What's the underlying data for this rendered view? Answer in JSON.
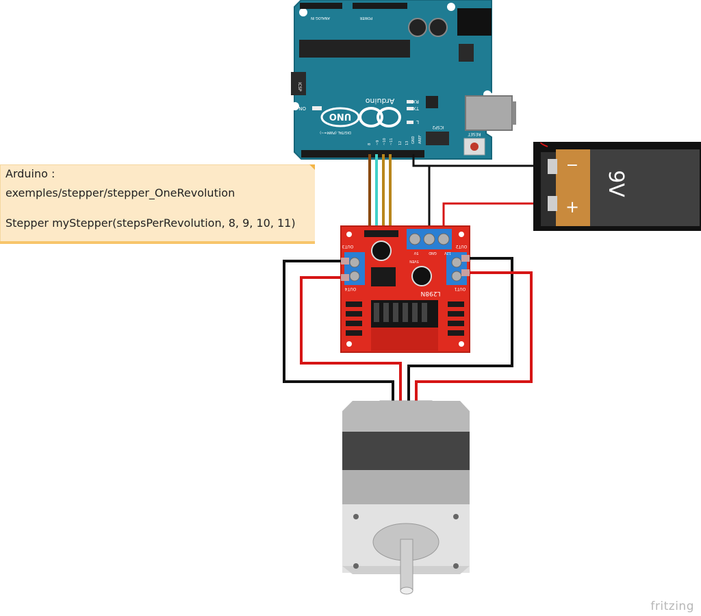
{
  "note": {
    "line1": "Arduino :",
    "line2": "exemples/stepper/stepper_OneRevolution",
    "line3": "Stepper myStepper(stepsPerRevolution, 8, 9, 10, 11)"
  },
  "arduino": {
    "brand": "Arduino",
    "model": "UNO",
    "on_label": "ON",
    "rx_label": "RX",
    "tx_label": "TX",
    "l_label": "L",
    "icsp_label": "ICSP",
    "icsp2_label": "ICSP2",
    "reset_label": "RESET",
    "digital_label": "DIGITAL (PWM=~)",
    "analog_label": "ANALOG IN",
    "power_label": "POWER",
    "aref_label": "AREF",
    "gnd_label": "GND",
    "pins": [
      "13",
      "12",
      "~11",
      "~10",
      "~9",
      "8"
    ],
    "color": "#1f7c93"
  },
  "battery": {
    "label": "9V",
    "minus": "−",
    "plus": "+"
  },
  "driver": {
    "chip": "L298N",
    "out1": "OUT1",
    "out2": "OUT2",
    "out3": "OUT3",
    "out4": "OUT4",
    "v12": "12V",
    "gnd": "GND",
    "v5": "5V",
    "en5v": "5VEN",
    "color": "#e02b1f"
  },
  "wire_colors": {
    "pin8": "#8a4a0f",
    "pin9": "#3fd0c8",
    "pin10": "#b8861c",
    "pin11": "#b8861c",
    "gnd": "#111111",
    "power": "#d61515"
  },
  "watermark": "fritzing"
}
